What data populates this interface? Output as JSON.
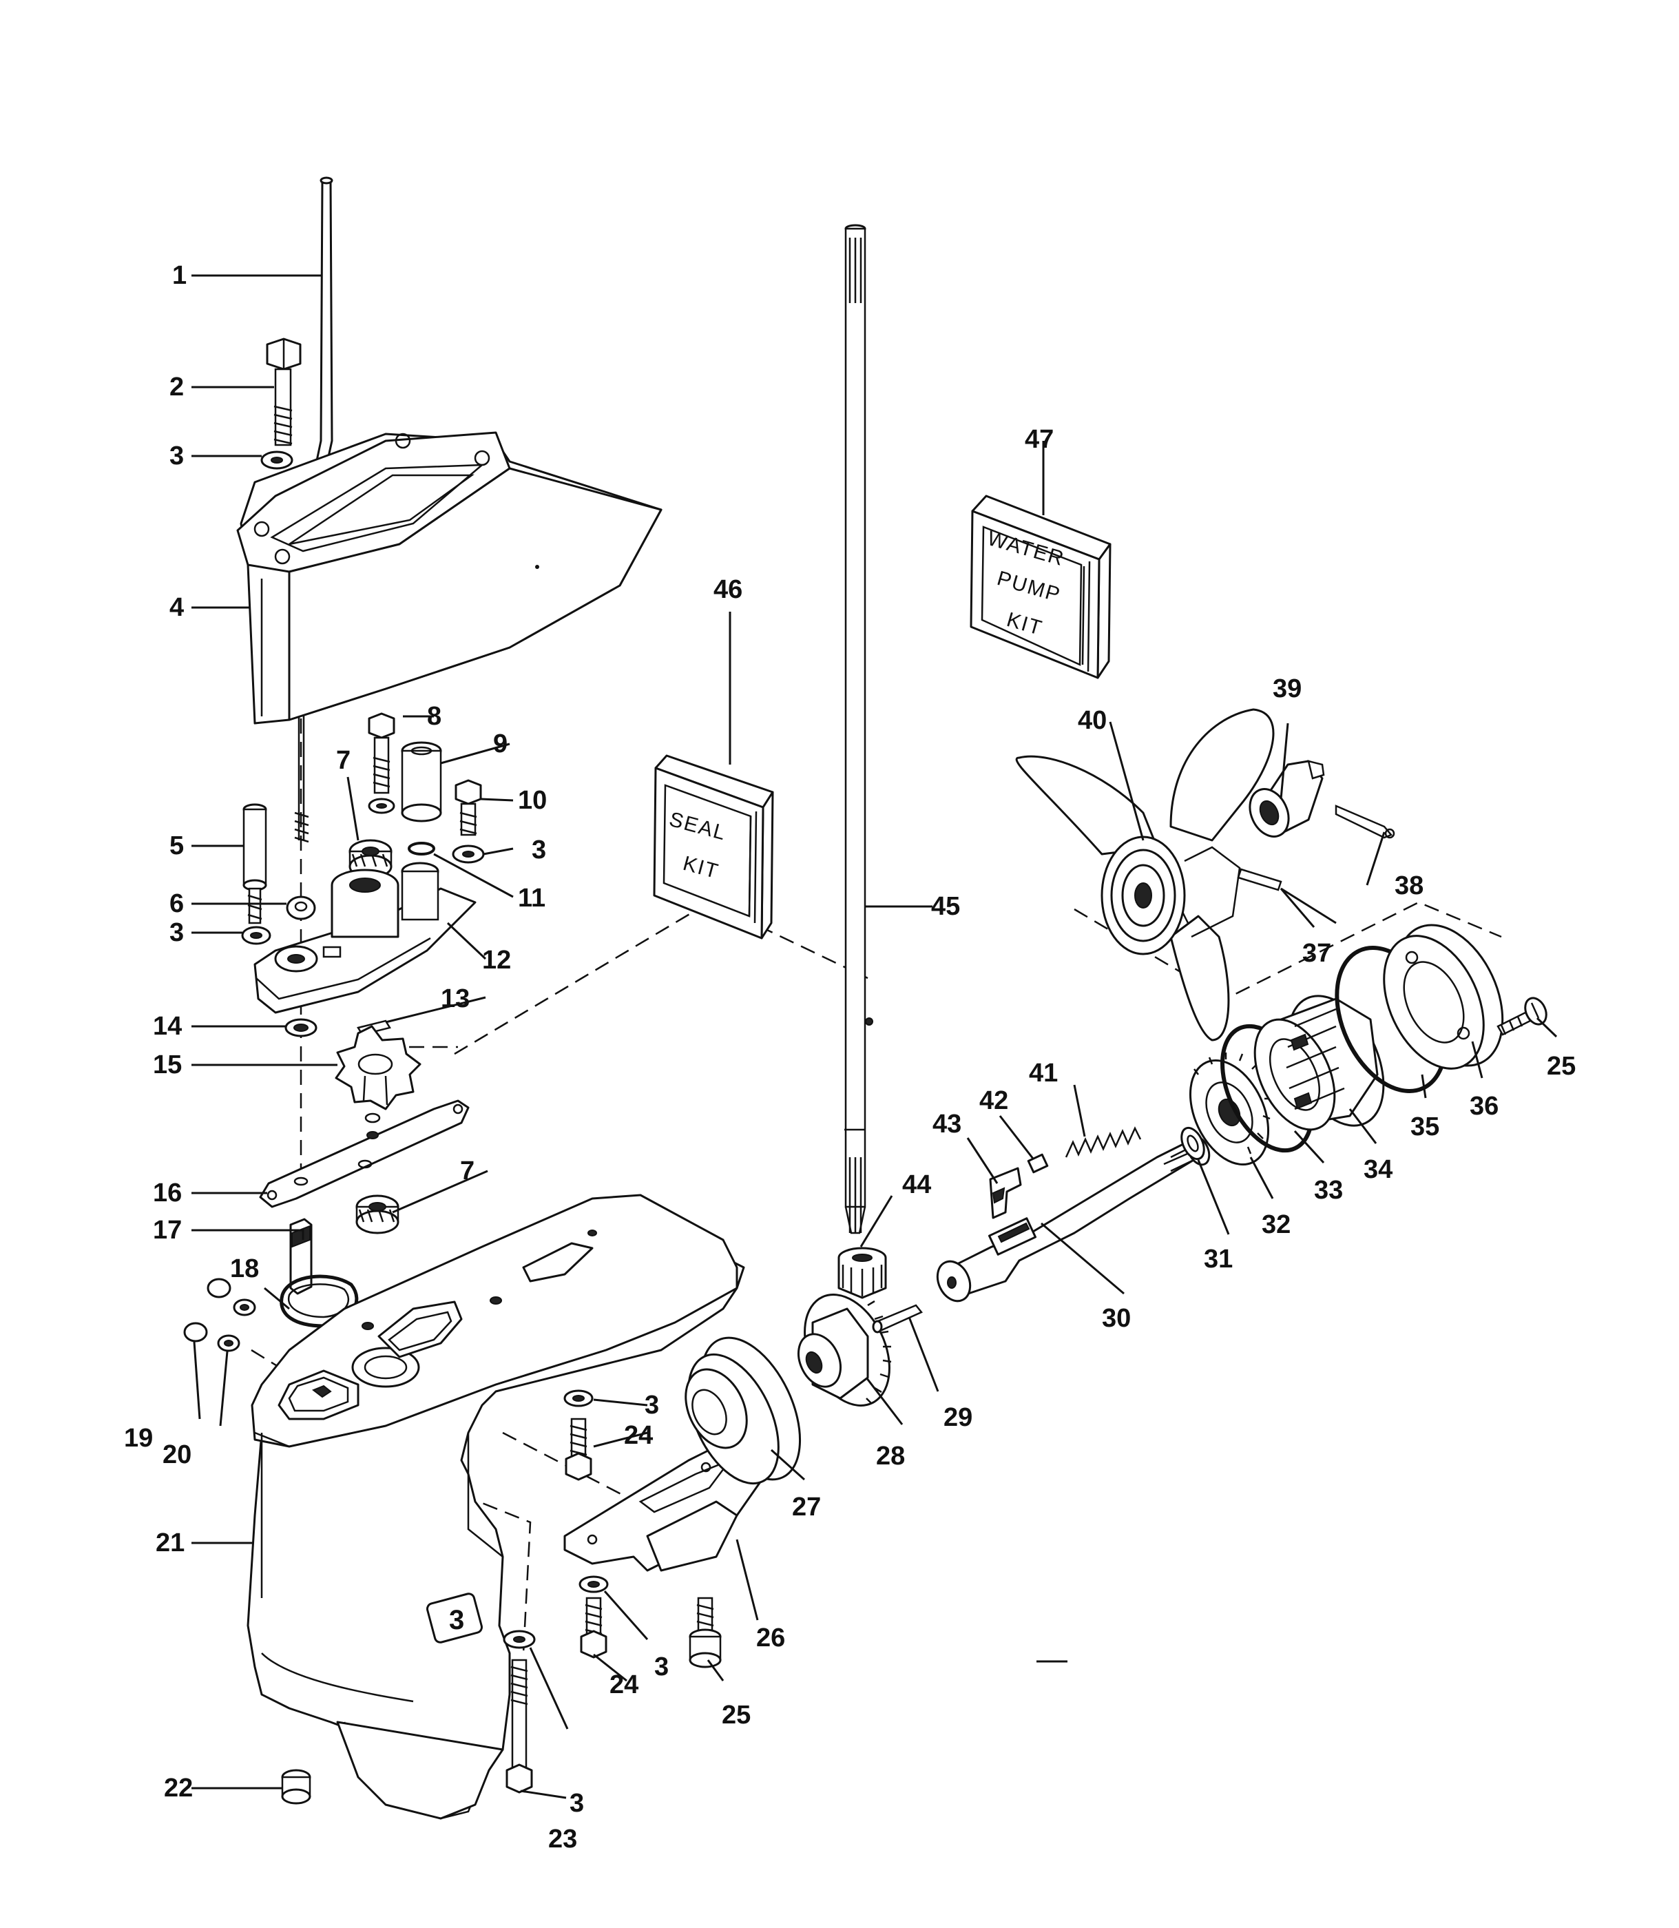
{
  "callouts": [
    "1",
    "2",
    "3",
    "4",
    "5",
    "6",
    "7",
    "8",
    "9",
    "10",
    "11",
    "12",
    "13",
    "14",
    "15",
    "16",
    "17",
    "18",
    "19",
    "20",
    "21",
    "22",
    "23",
    "24",
    "25",
    "26",
    "27",
    "28",
    "29",
    "30",
    "31",
    "32",
    "33",
    "34",
    "35",
    "36",
    "37",
    "38",
    "39",
    "40",
    "41",
    "42",
    "43",
    "44",
    "45",
    "46",
    "47"
  ],
  "kits": {
    "seal_kit": [
      "SEAL",
      "KIT"
    ],
    "water_pump_kit": [
      "WATER",
      "PUMP",
      "KIT"
    ]
  },
  "gearcase_mark": "3"
}
